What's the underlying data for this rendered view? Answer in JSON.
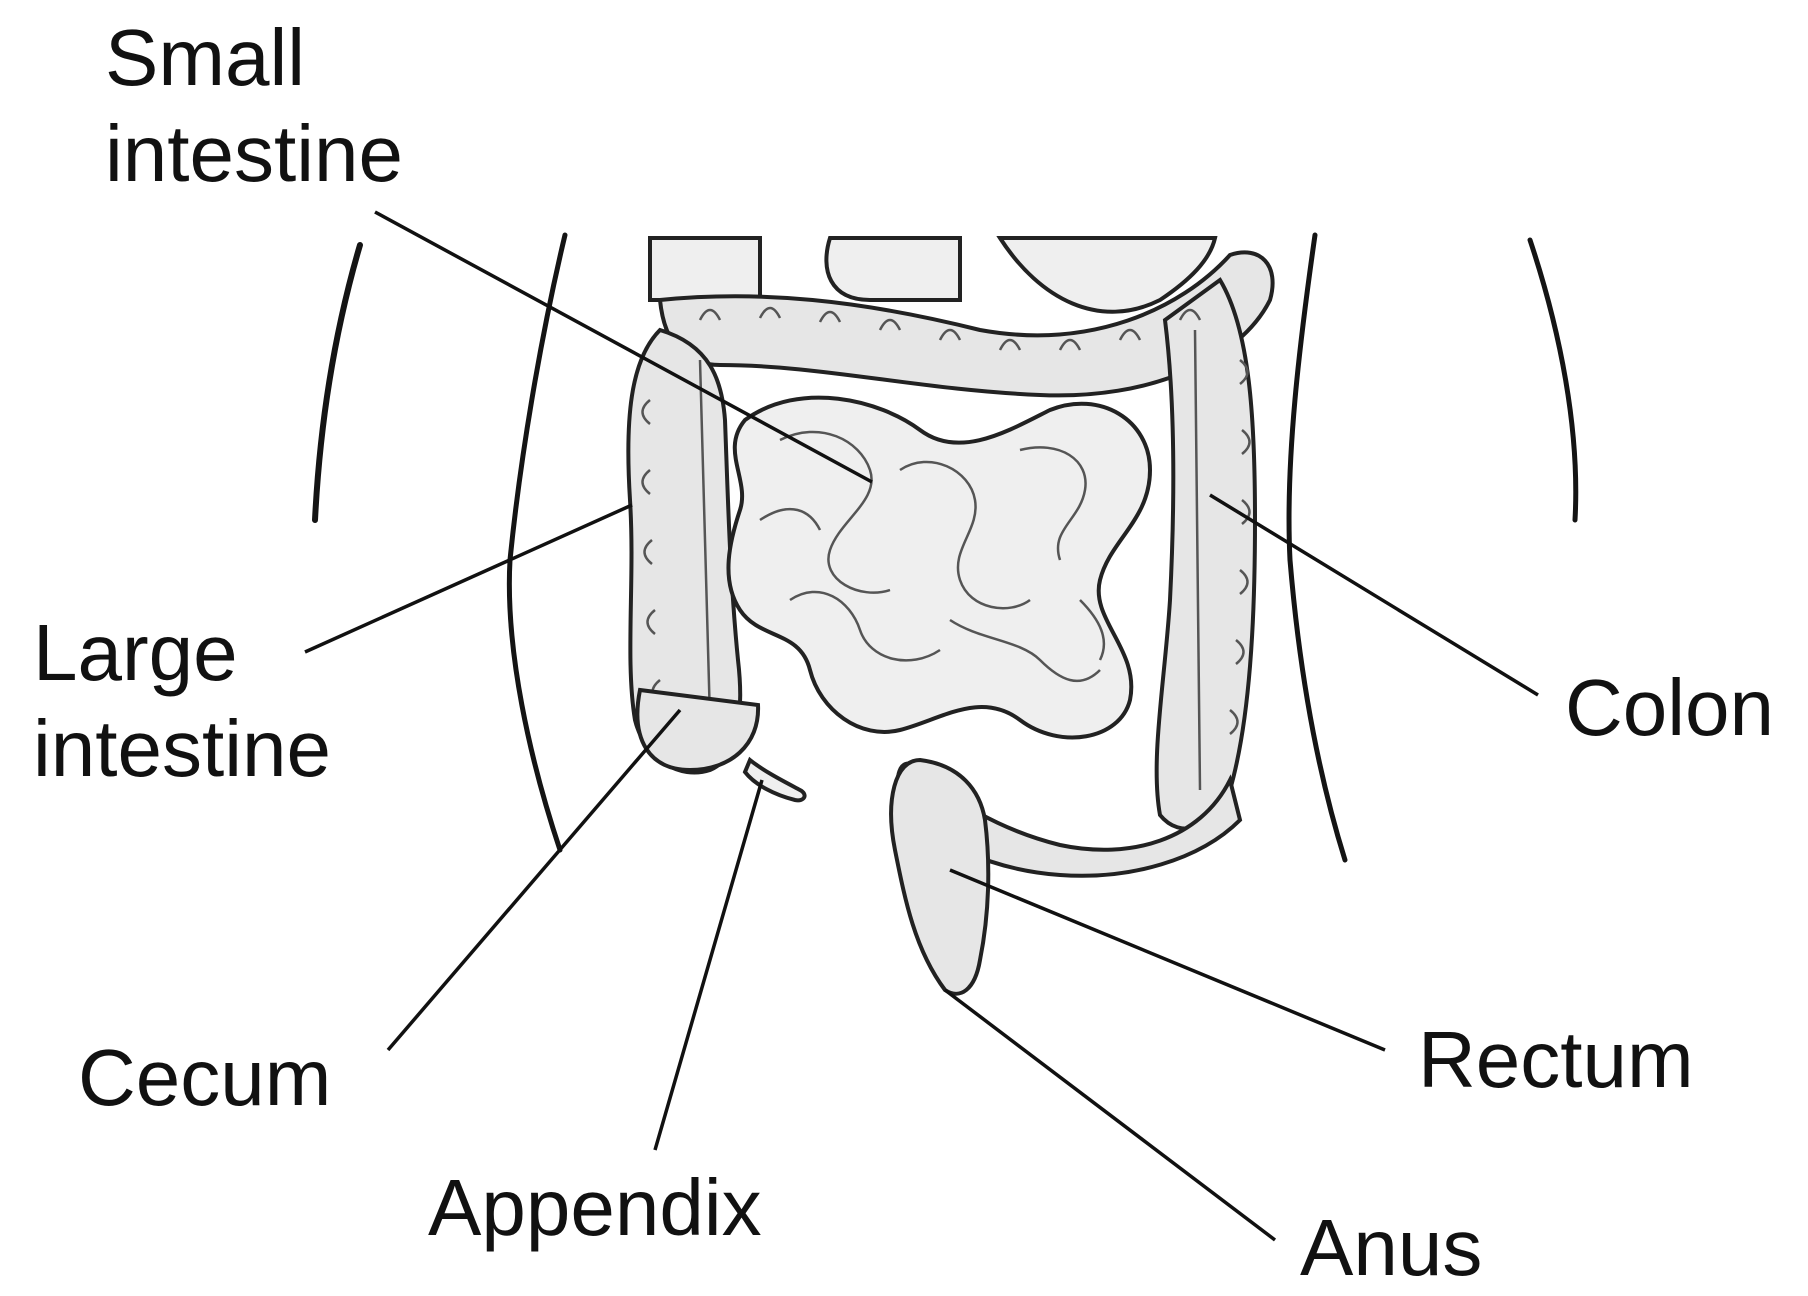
{
  "labels": {
    "small_intestine_line1": "Small",
    "small_intestine_line2": "intestine",
    "large_intestine_line1": "Large",
    "large_intestine_line2": "intestine",
    "colon": "Colon",
    "cecum": "Cecum",
    "appendix": "Appendix",
    "rectum": "Rectum",
    "anus": "Anus"
  },
  "colors": {
    "background": "#ffffff",
    "ink": "#141414",
    "organ_fill": "#e6e6e6"
  }
}
